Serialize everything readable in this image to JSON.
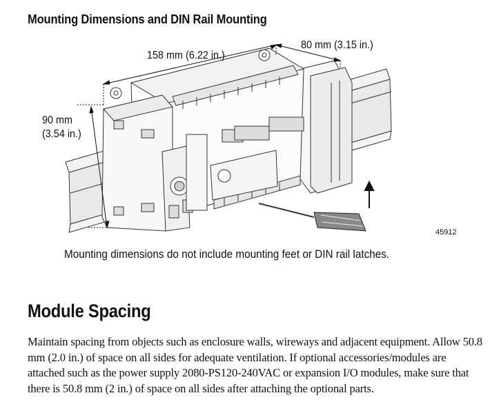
{
  "section1": {
    "title": "Mounting Dimensions and DIN Rail Mounting"
  },
  "figure": {
    "width_label": "158 mm (6.22 in.)",
    "depth_label": "80 mm (3.15 in.)",
    "height_label_line1": "90 mm",
    "height_label_line2": "(3.54 in.)",
    "figure_number": "45912",
    "caption": "Mounting dimensions do not include mounting feet or DIN rail latches."
  },
  "section2": {
    "title": "Module Spacing",
    "body": "Maintain spacing from objects such as enclosure walls, wireways and adjacent equipment. Allow 50.8 mm (2.0 in.) of space on all sides for adequate ventilation. If optional accessories/modules are attached such as the power supply 2080-PS120-240VAC or expansion I/O modules, make sure that there is 50.8 mm (2 in.) of space on all sides after attaching the optional parts."
  }
}
